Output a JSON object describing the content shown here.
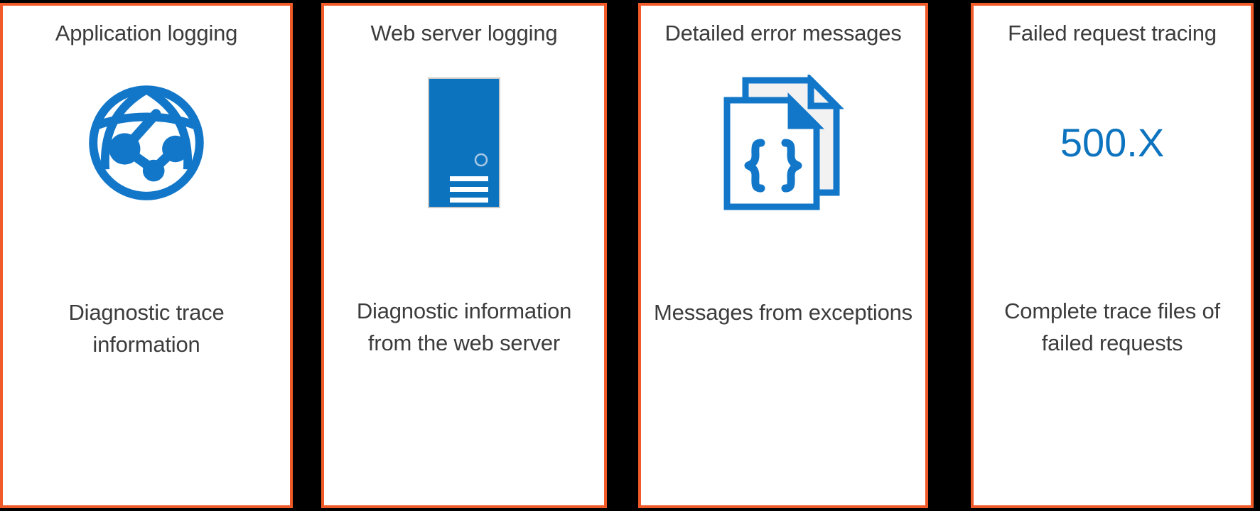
{
  "theme": {
    "background": "#000000",
    "panel_background": "#ffffff",
    "panel_border": "#f05a28",
    "text_color": "#3c3c3c",
    "accent_blue": "#0c73bf",
    "icon_blue": "#1277c9"
  },
  "panels": [
    {
      "title": "Application logging",
      "icon": "globe-network-icon",
      "description": "Diagnostic trace information"
    },
    {
      "title": "Web server logging",
      "icon": "server-document-icon",
      "description": "Diagnostic information from the web server"
    },
    {
      "title": "Detailed error messages",
      "icon": "braces-documents-icon",
      "description": "Messages from exceptions"
    },
    {
      "title": "Failed request tracing",
      "icon": "status-code-text",
      "code_label": "500.X",
      "description": "Complete trace files of failed requests"
    }
  ]
}
